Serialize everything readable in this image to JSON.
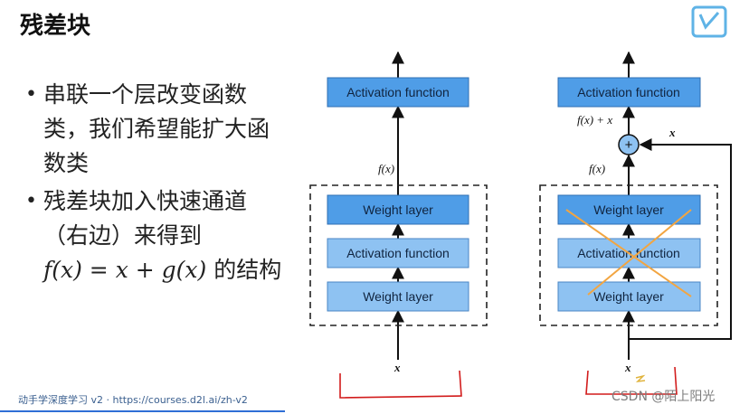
{
  "slide": {
    "title": "残差块",
    "footer": "动手学深度学习 v2 · https://courses.d2l.ai/zh-v2",
    "watermark": "CSDN @陌上阳光"
  },
  "bullets": [
    {
      "text": "串联一个层改变函数类，我们希望能扩大函数类"
    },
    {
      "text": "残差块加入快速通道（右边）来得到"
    }
  ],
  "formula": {
    "expr": "f(x) = x + g(x)",
    "suffix": "的结构"
  },
  "left_diagram": {
    "boxes": [
      "Activation function",
      "Weight layer",
      "Activation function",
      "Weight layer"
    ],
    "fx_label": "f(x)",
    "input_label": "x"
  },
  "right_diagram": {
    "boxes": [
      "Activation function",
      "Weight layer",
      "Activation function",
      "Weight layer"
    ],
    "sum_label": "f(x) + x",
    "fx_label": "f(x)",
    "skip_label": "x",
    "input_label": "x",
    "plus_symbol": "+"
  },
  "colors": {
    "box_dark": "#4f9de7",
    "box_light": "#8ec2f2",
    "annotation_red": "#d21c1c",
    "cross_orange": "#f2a541"
  }
}
